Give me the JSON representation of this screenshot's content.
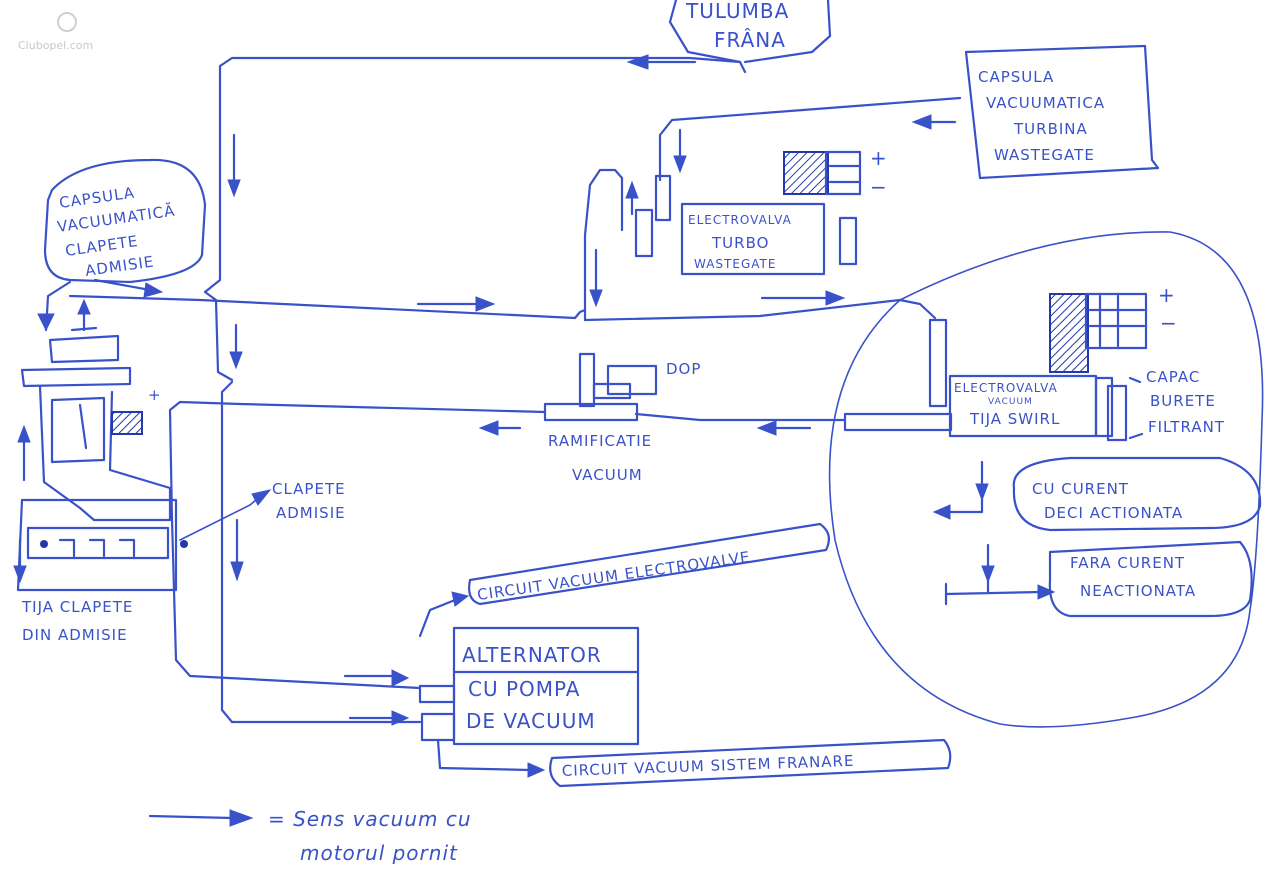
{
  "watermark": "Clubopel.com",
  "nodes": {
    "pompa_frana": [
      "TULUMBA",
      "FRÂNA"
    ],
    "capsula_turbina": [
      "CAPSULA",
      "VACUUMATICA",
      "TURBINA",
      "WASTEGATE"
    ],
    "capsula_clapete": [
      "CAPSULA",
      "VACUUMATICĂ",
      "CLAPETE",
      "ADMISIE"
    ],
    "electrovalva_turbo": [
      "ELECTROVALVA",
      "TURBO",
      "WASTEGATE"
    ],
    "electrovalva_swirl": [
      "ELECTROVALVA",
      "VACUUM",
      "TIJA SWIRL"
    ],
    "dop": "DOP",
    "capac_burete": [
      "CAPAC",
      "BURETE",
      "FILTRANT"
    ],
    "ramificatie": [
      "RAMIFICATIE",
      "VACUUM"
    ],
    "clapete_admisie": [
      "CLAPETE",
      "ADMISIE"
    ],
    "tija_clapete": [
      "TIJA CLAPETE",
      "DIN ADMISIE"
    ],
    "alternator": [
      "ALTERNATOR",
      "CU POMPA",
      "DE VACUUM"
    ],
    "circuit_electrovalve": "CIRCUIT VACUUM ELECTROVALVE",
    "circuit_franare": "CIRCUIT VACUUM SISTEM FRANARE",
    "cu_curent": [
      "CU CURENT",
      "DECI ACTIONATA"
    ],
    "fara_curent": [
      "FARA CURENT",
      "NEACTIONATA"
    ]
  },
  "polarity": {
    "plus": "+",
    "minus": "−"
  },
  "legend": {
    "line1": "= Sens vacuum cu",
    "line2": "motorul pornit"
  }
}
